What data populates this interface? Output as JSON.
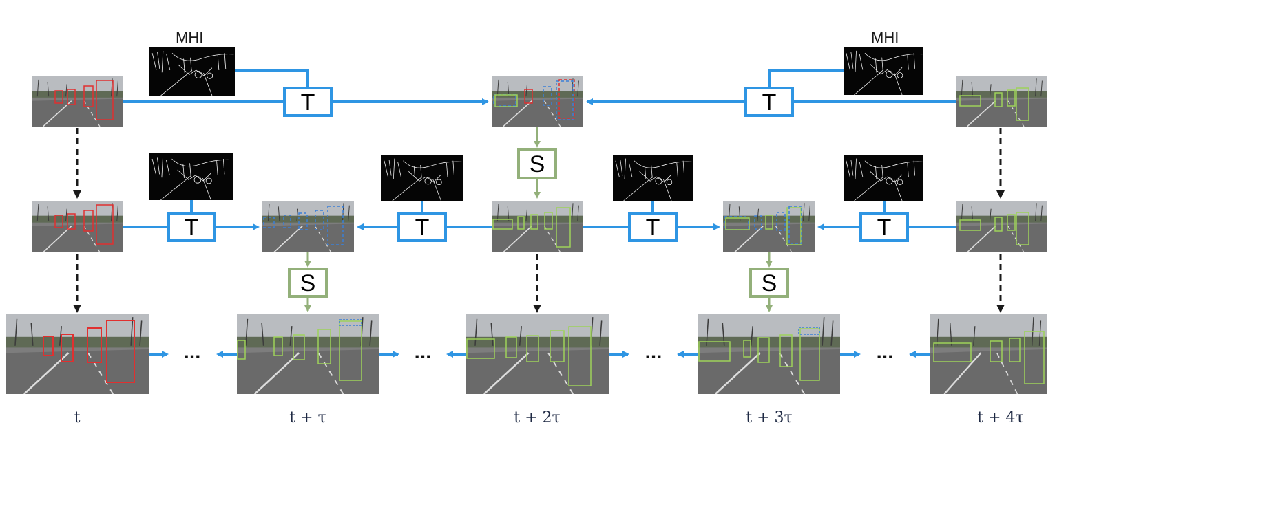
{
  "labels": {
    "mhi_left": "MHI",
    "mhi_right": "MHI",
    "t_op": "T",
    "s_op": "S",
    "ellipsis": "...",
    "time": [
      "t",
      "t + τ",
      "t + 2τ",
      "t + 3τ",
      "t + 4τ"
    ]
  },
  "colors": {
    "temporal": "#2e95e3",
    "spatial": "#93b07a",
    "dashed": "#1a1a1a",
    "box_red": "#e03030",
    "box_green": "#9ed25a",
    "box_blue": "#3a7fd8"
  },
  "icons": {
    "frame": "traffic-frame-image",
    "mhi": "motion-history-image"
  }
}
